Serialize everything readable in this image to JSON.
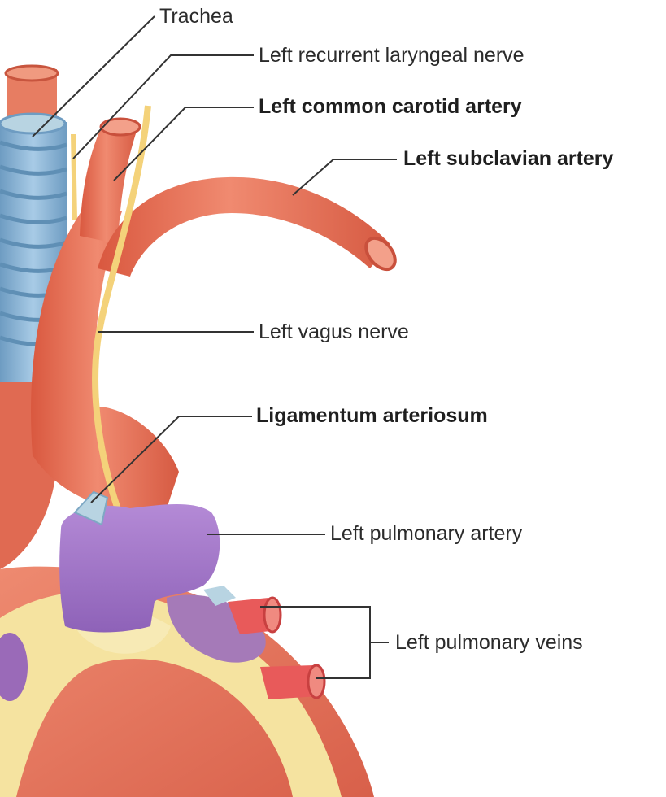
{
  "labels": {
    "trachea": "Trachea",
    "left_recurrent_laryngeal_nerve": "Left recurrent laryngeal nerve",
    "left_common_carotid_artery": "Left common carotid artery",
    "left_subclavian_artery": "Left subclavian artery",
    "left_vagus_nerve": "Left vagus nerve",
    "ligamentum_arteriosum": "Ligamentum arteriosum",
    "left_pulmonary_artery": "Left pulmonary artery",
    "left_pulmonary_veins": "Left pulmonary veins"
  },
  "colors": {
    "artery": "#e8705a",
    "artery_dark": "#c9503c",
    "artery_light": "#f3a08a",
    "trachea": "#8fb8d8",
    "trachea_dark": "#5f8fb5",
    "nerve": "#f4d27a",
    "pulmonary_artery": "#a47ac8",
    "pulmonary_artery_dark": "#7f57a6",
    "vein": "#e85a5a",
    "fat": "#f5e3a0",
    "ligament": "#b8d4e2",
    "leader_line": "#333333",
    "background": "#ffffff"
  }
}
